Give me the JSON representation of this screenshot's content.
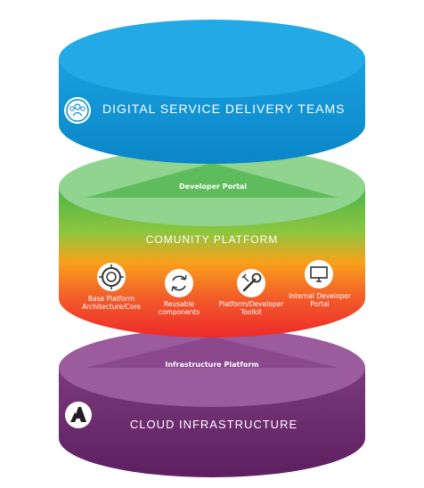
{
  "layers": {
    "top": {
      "title": "DIGITAL SERVICE DELIVERY TEAMS"
    },
    "middle": {
      "portal": "Developer Portal",
      "title": "COMUNITY PLATFORM",
      "items": [
        {
          "label": "Base Platform Architecture/Core",
          "icon": "core-architecture-icon"
        },
        {
          "label": "Reusable components",
          "icon": "reuse-cycle-icon"
        },
        {
          "label": "Platform/Developer Toolkit",
          "icon": "wrench-icon"
        },
        {
          "label": "Internal Developer Portal",
          "icon": "monitor-icon"
        }
      ]
    },
    "bottom": {
      "portal": "Infrastructure Platform",
      "title": "CLOUD INFRASTRUCTURE",
      "icon": "azure-logo-icon"
    }
  },
  "colors": {
    "top_face": "#1da3e2",
    "top_side": "#0d8fd1",
    "middle_face": "#8fd18e",
    "middle_green": "#4bb34a",
    "middle_orange": "#f79420",
    "middle_red": "#ee2a2a",
    "bottom_face": "#9c5b9d",
    "bottom_side": "#6b2a6c"
  }
}
